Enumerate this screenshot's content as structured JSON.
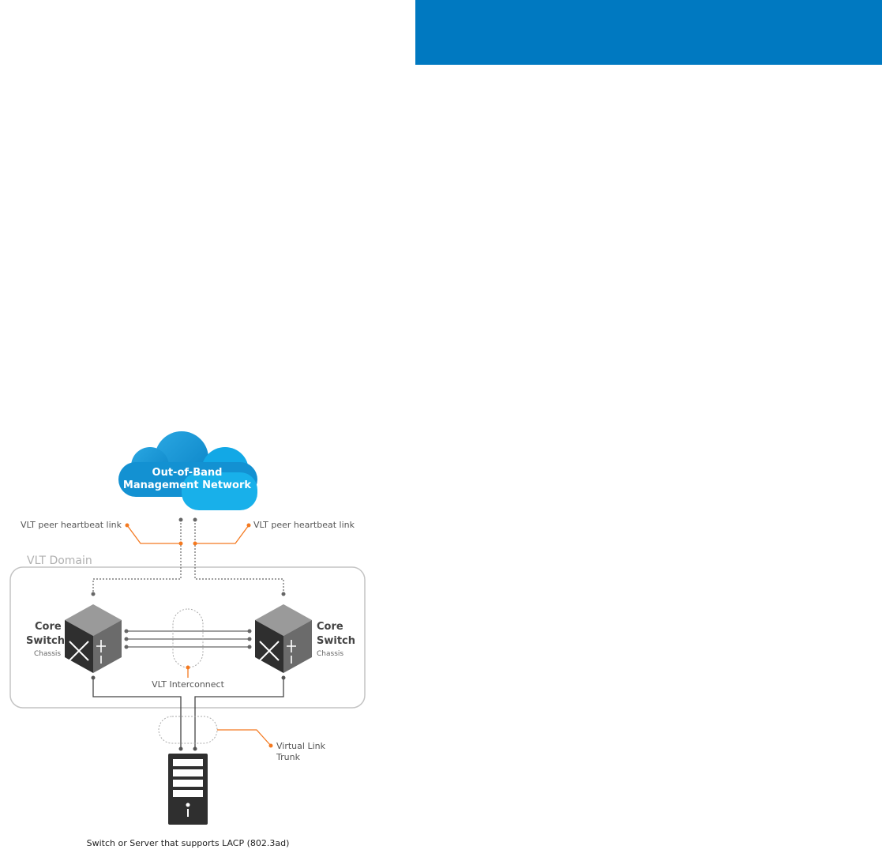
{
  "header": {
    "banner_color": "#0079c1"
  },
  "diagram": {
    "cloud": {
      "line1": "Out-of-Band",
      "line2": "Management Network"
    },
    "heartbeat_left": "VLT peer heartbeat link",
    "heartbeat_right": "VLT peer heartbeat link",
    "domain_label": "VLT Domain",
    "left_switch": {
      "title1": "Core",
      "title2": "Switch",
      "sub": "Chassis"
    },
    "right_switch": {
      "title1": "Core",
      "title2": "Switch",
      "sub": "Chassis"
    },
    "interconnect": "VLT Interconnect",
    "vlt_trunk_line1": "Virtual Link",
    "vlt_trunk_line2": "Trunk",
    "server_caption": "Switch or Server that supports LACP (802.3ad)"
  },
  "colors": {
    "accent": "#f47920",
    "cloud": "#1a9ad8",
    "line": "#555555",
    "domain_border": "#bdbdbd"
  }
}
